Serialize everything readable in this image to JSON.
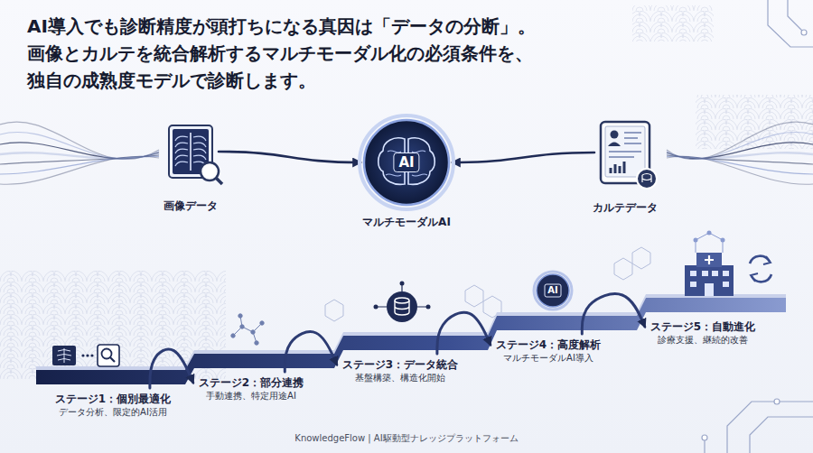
{
  "diagram": {
    "title": "AI導入でも診断精度が頭打ちになる真因は「データの分断」。 画像とカルテを統合解析するマルチモーダル化の必須条件を、 独自の成熟度モデルで診断します。",
    "caption": "KnowledgeFlow | AI駆動型ナレッジプラットフォーム",
    "nodes": [
      {
        "text": [
          "画像データ"
        ]
      },
      {
        "text": [
          "AI",
          "マルチモーダルAI"
        ]
      },
      {
        "text": [
          "カルテデータ"
        ]
      },
      {
        "text": [
          "ステージ1：個別最適化",
          "データ分析、限定的AI活用"
        ]
      },
      {
        "text": [
          "ステージ2：部分連携",
          "手動連携、特定用途AI"
        ]
      },
      {
        "text": [
          "ステージ3：データ統合",
          "基盤構築、構造化開始"
        ]
      },
      {
        "text": [
          "ステージ4：高度解析",
          "マルチモーダルAI導入"
        ]
      },
      {
        "text": [
          "ステージ5：自動進化",
          "診療支援、継続的改善"
        ]
      }
    ],
    "edges": [
      {
        "from": 0,
        "to": 1,
        "arrow": "to"
      },
      {
        "from": 2,
        "to": 1,
        "arrow": "to"
      },
      {
        "from": 3,
        "to": 4,
        "arrow": "to"
      },
      {
        "from": 4,
        "to": 5,
        "arrow": "to"
      },
      {
        "from": 5,
        "to": 6,
        "arrow": "to"
      },
      {
        "from": 6,
        "to": 7,
        "arrow": "to"
      }
    ],
    "labels": [
      "AI"
    ]
  }
}
